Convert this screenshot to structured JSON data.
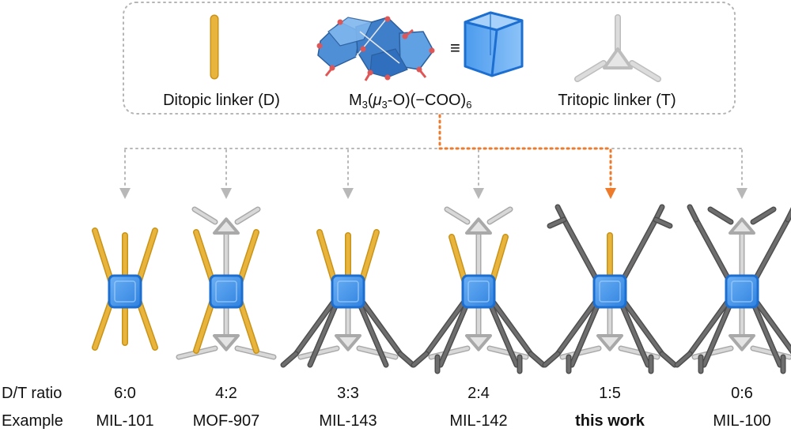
{
  "legend": {
    "ditopic_label": "Ditopic linker (D)",
    "tritopic_label": "Tritopic linker (T)",
    "cluster_formula": {
      "m": "M",
      "sub1": "3",
      "open": "(",
      "mu": "μ",
      "sub2": "3",
      "rest": "-O)(−COO)",
      "sub3": "6"
    },
    "equiv_symbol": "≡"
  },
  "rows": {
    "ratio_header": "D/T ratio",
    "example_header": "Example"
  },
  "structures": [
    {
      "ratio": "6:0",
      "example": "MIL-101",
      "ditopic": 6,
      "tritopic": 0,
      "highlight": false
    },
    {
      "ratio": "4:2",
      "example": "MOF-907",
      "ditopic": 4,
      "tritopic": 2,
      "highlight": false
    },
    {
      "ratio": "3:3",
      "example": "MIL-143",
      "ditopic": 3,
      "tritopic": 3,
      "highlight": false
    },
    {
      "ratio": "2:4",
      "example": "MIL-142",
      "ditopic": 2,
      "tritopic": 4,
      "highlight": false
    },
    {
      "ratio": "1:5",
      "example": "this work",
      "ditopic": 1,
      "tritopic": 5,
      "highlight": true
    },
    {
      "ratio": "0:6",
      "example": "MIL-100",
      "ditopic": 0,
      "tritopic": 6,
      "highlight": false
    }
  ],
  "colors": {
    "ditopic": "#e9b43c",
    "ditopic_edge": "#c99318",
    "tritopic": "#d8d8d8",
    "tritopic_dark": "#6e6e6e",
    "cluster": "#3d8fe6",
    "cluster_edge": "#1c6fd0",
    "arrow_gray": "#b8b8b8",
    "arrow_orange": "#ee7a2c",
    "box_border": "#b5b5b5"
  }
}
